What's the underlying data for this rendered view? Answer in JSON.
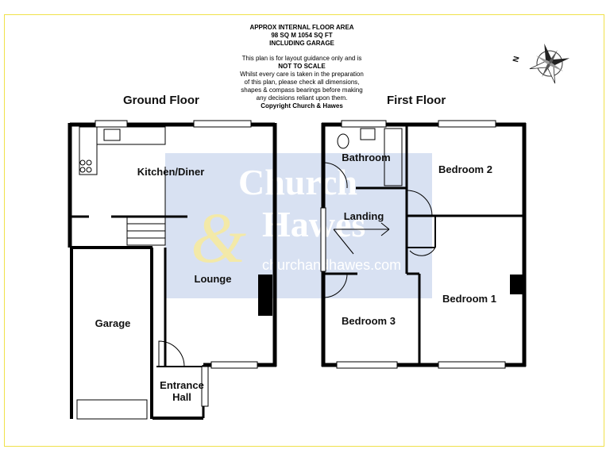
{
  "header": {
    "area_title": "APPROX INTERNAL FLOOR AREA",
    "area_value": "98 SQ M 1054 SQ FT",
    "area_note": "INCLUDING GARAGE",
    "disclaimer_line1": "This plan is for layout guidance only and is",
    "disclaimer_emphasis": "NOT TO SCALE",
    "disclaimer_line3": "Whilst every care is taken in the preparation",
    "disclaimer_line4": "of this plan, please check all dimensions,",
    "disclaimer_line5": "shapes & compass bearings before making",
    "disclaimer_line6": "any decisions reliant upon them.",
    "copyright": "Copyright Church & Hawes"
  },
  "compass": {
    "label": "N",
    "icon": "compass-rose-icon"
  },
  "ground_floor": {
    "title": "Ground Floor",
    "rooms": {
      "kitchen": "Kitchen/Diner",
      "lounge": "Lounge",
      "garage": "Garage",
      "entrance": "Entrance Hall"
    }
  },
  "first_floor": {
    "title": "First Floor",
    "rooms": {
      "bathroom": "Bathroom",
      "bedroom2": "Bedroom 2",
      "landing": "Landing",
      "bedroom1": "Bedroom 1",
      "bedroom3": "Bedroom 3"
    }
  },
  "watermark": {
    "line1": "Church",
    "line2": "Hawes",
    "url": "churchandhawes.com",
    "color": "#b8c9e8"
  },
  "colors": {
    "wall": "#000000",
    "frame": "#f0e14a",
    "watermark_ampersand": "#f3e9a8"
  }
}
